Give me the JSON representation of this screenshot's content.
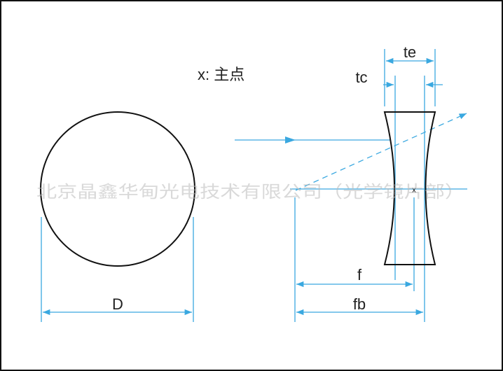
{
  "title_label": "x: 主点",
  "labels": {
    "te": "te",
    "tc": "tc",
    "f": "f",
    "fb": "fb",
    "D": "D",
    "x": "x"
  },
  "watermark": "北京晶鑫华甸光电技术有限公司（光学镜片部）",
  "colors": {
    "dimension": "#3aa8e0",
    "outline": "#111111"
  }
}
